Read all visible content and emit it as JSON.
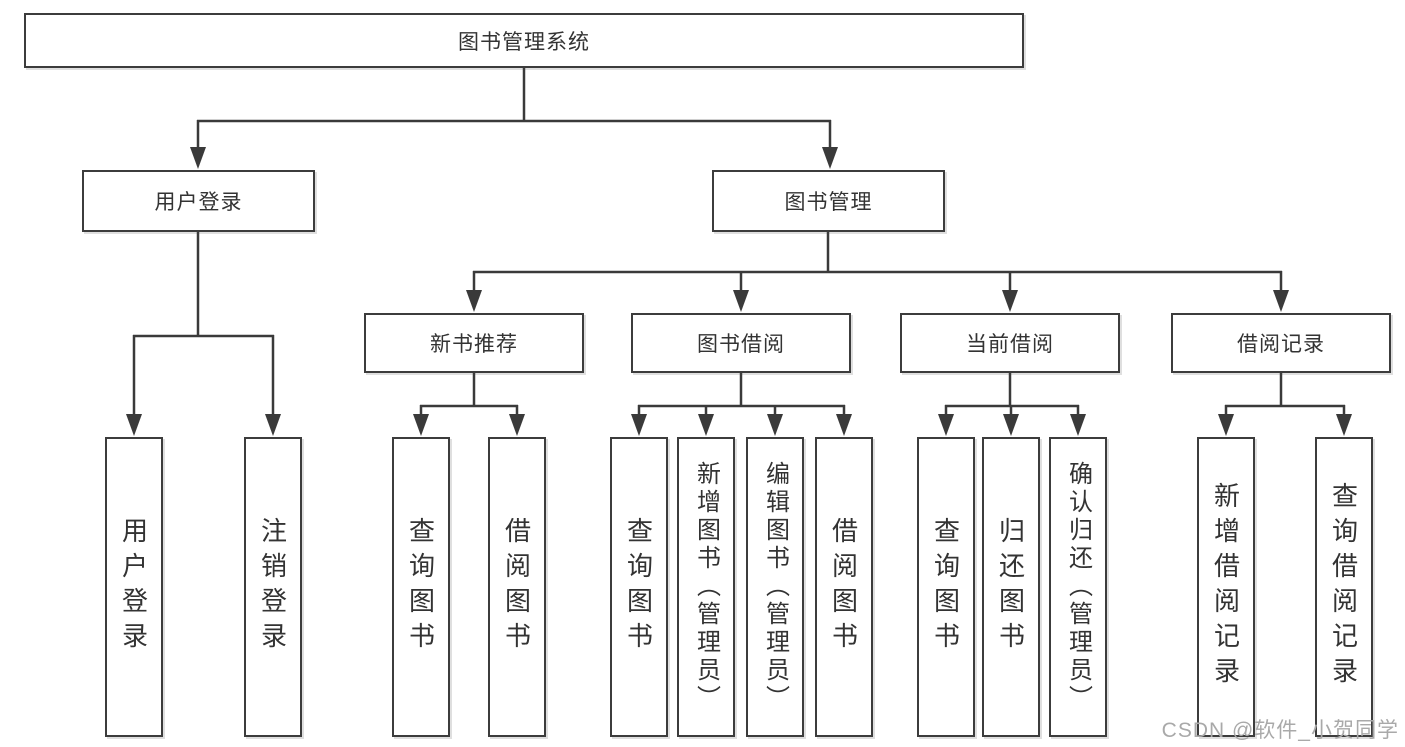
{
  "diagram": {
    "root": "图书管理系统",
    "level2": {
      "user_login": "用户登录",
      "book_management": "图书管理"
    },
    "level3": {
      "new_book_recommend": "新书推荐",
      "book_borrow": "图书借阅",
      "current_borrow": "当前借阅",
      "borrow_record": "借阅记录"
    },
    "level4": {
      "user_login_children": [
        "用户登录",
        "注销登录"
      ],
      "new_book_recommend_children": [
        "查询图书",
        "借阅图书"
      ],
      "book_borrow_children": [
        "查询图书",
        "新增图书（管理员）",
        "编辑图书（管理员）",
        "借阅图书"
      ],
      "current_borrow_children": [
        "查询图书",
        "归还图书",
        "确认归还（管理员）"
      ],
      "borrow_record_children": [
        "新增借阅记录",
        "查询借阅记录"
      ]
    }
  },
  "watermark": "CSDN @软件_小贺同学",
  "colors": {
    "line": "#3a3a3a",
    "text": "#333333",
    "watermark": "#a9a9a9",
    "background": "#ffffff"
  }
}
